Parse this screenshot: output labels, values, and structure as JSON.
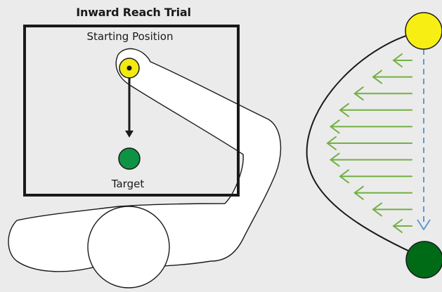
{
  "title": "Inward Reach Trial",
  "labels": {
    "start": "Starting Position",
    "target": "Target"
  },
  "colors": {
    "background": "#ebebeb",
    "start_circle": "#f3ea12",
    "target_circle": "#0e9344",
    "end_circle": "#006b16",
    "force_arrows": "#72b043",
    "straight_path": "#5b9bd5",
    "outline": "#1a1a1a"
  },
  "force_arrows": {
    "count": 11
  }
}
